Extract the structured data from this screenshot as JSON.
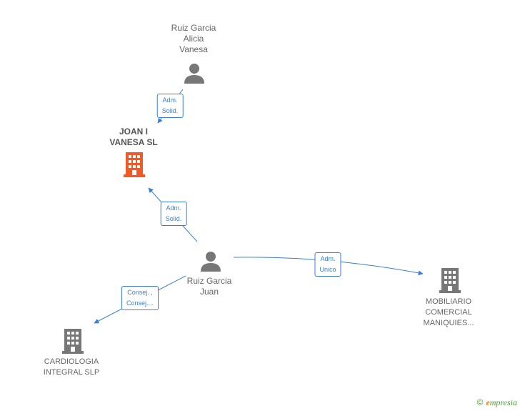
{
  "nodes": {
    "ruiz_alicia": {
      "label": "Ruiz Garcia\nAlicia\nVanesa",
      "icon": "person-icon"
    },
    "joan_vanesa": {
      "label": "JOAN I\nVANESA  SL",
      "icon": "building-icon",
      "color": "#f05a28"
    },
    "ruiz_juan": {
      "label": "Ruiz Garcia\nJuan",
      "icon": "person-icon"
    },
    "mobiliario": {
      "label": "MOBILIARIO\nCOMERCIAL\nMANIQUIES...",
      "icon": "building-icon"
    },
    "cardiologia": {
      "label": "CARDIOLOGIA\nINTEGRAL SLP",
      "icon": "building-icon"
    }
  },
  "edges": [
    {
      "id": "e1",
      "label": "Adm.\nSolid."
    },
    {
      "id": "e2",
      "label": "Adm.\nSolid."
    },
    {
      "id": "e3",
      "label": "Adm.\nUnico"
    },
    {
      "id": "e4",
      "label": "Consej. ,\nConsej...."
    }
  ],
  "colors": {
    "edge": "#3a7fd5",
    "icon_gray": "#777777",
    "focus_company": "#f05a28"
  },
  "brand": {
    "copyright": "©",
    "first_letter": "e",
    "rest": "mpresia"
  }
}
